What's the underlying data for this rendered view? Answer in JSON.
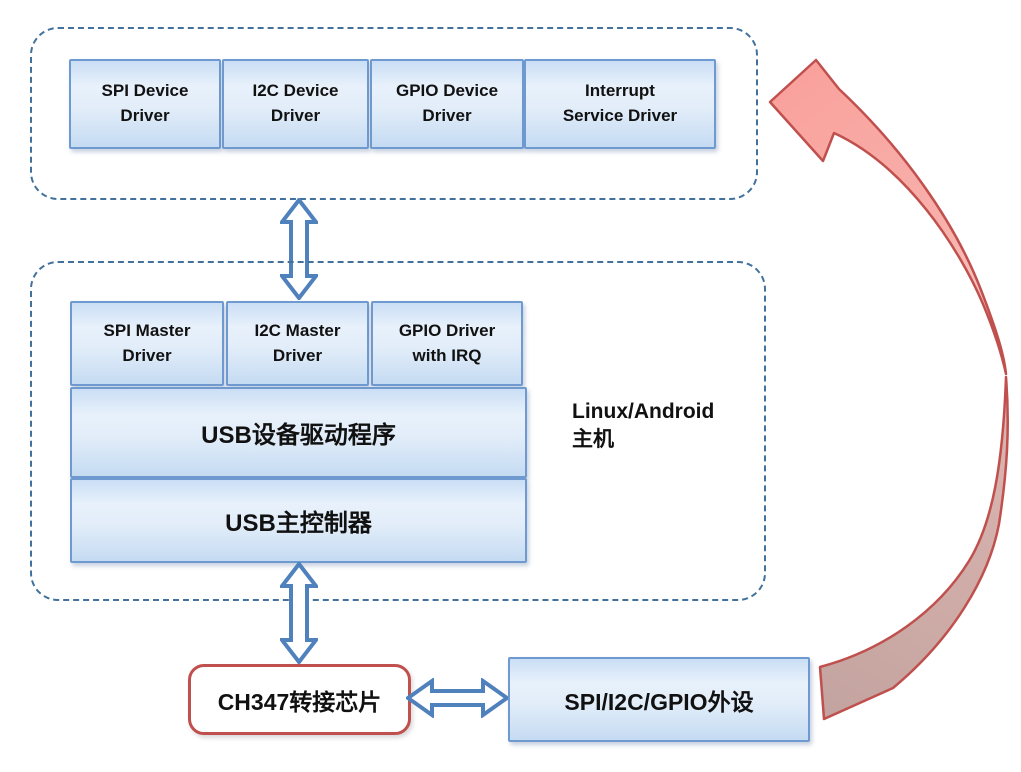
{
  "colors": {
    "box_border_blue": "#6e9ad0",
    "dashed_border_blue": "#41719c",
    "double_arrow_outline_blue": "#4f81bd",
    "chip_border_red": "#c0504d",
    "curved_arrow_pink": "#f9a6a1",
    "curved_arrow_mauve": "#c9aba7"
  },
  "device_layer": {
    "boxes": [
      "SPI Device\nDriver",
      "I2C Device\nDriver",
      "GPIO Device\nDriver",
      "Interrupt\nService Driver"
    ]
  },
  "host_layer": {
    "boxes": [
      "SPI Master\nDriver",
      "I2C Master\nDriver",
      "GPIO Driver\nwith IRQ"
    ],
    "usb_device_driver": "USB设备驱动程序",
    "usb_host_controller": "USB主控制器",
    "host_label": "Linux/Android\n主机"
  },
  "chip_label": "CH347转接芯片",
  "peripheral_label": "SPI/I2C/GPIO外设"
}
